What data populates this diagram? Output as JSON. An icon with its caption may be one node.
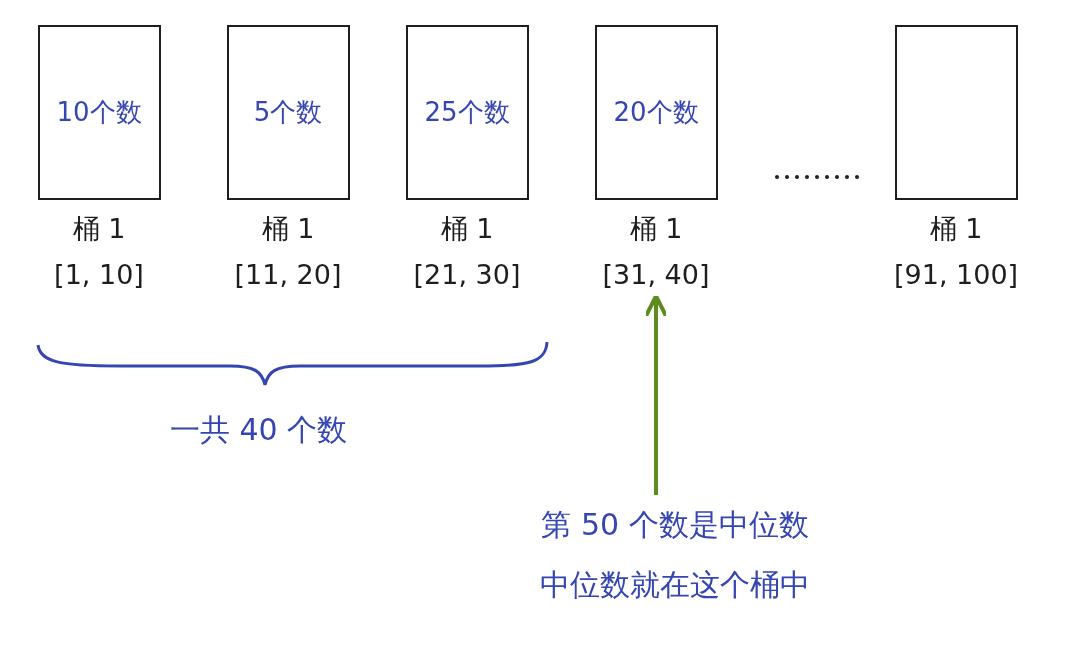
{
  "diagram": {
    "nodes": [
      {
        "text": [
          "10个数"
        ],
        "beside": [
          "桶 1",
          "[1, 10]"
        ]
      },
      {
        "text": [
          "5个数"
        ],
        "beside": [
          "桶 1",
          "[11, 20]"
        ]
      },
      {
        "text": [
          "25个数"
        ],
        "beside": [
          "桶 1",
          "[21, 30]"
        ]
      },
      {
        "text": [
          "20个数"
        ],
        "beside": [
          "桶 1",
          "[31, 40]"
        ]
      },
      {
        "text": [],
        "shape": "box",
        "beside": [
          "桶 1",
          "[91, 100]"
        ]
      },
      {
        "text": [
          "第 50 个数是中位数",
          "中位数就在这个桶中"
        ]
      }
    ],
    "edges": [
      {
        "from": 5,
        "to": 3,
        "arrow": "to",
        "color": "#5b8c1e"
      }
    ],
    "labels": [
      "一共 40 个数"
    ]
  }
}
